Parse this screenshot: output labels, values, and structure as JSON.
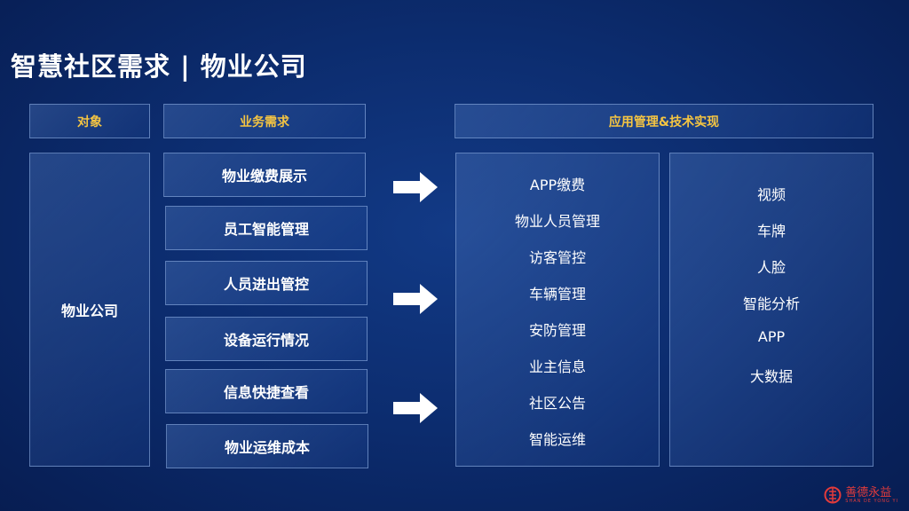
{
  "title": "智慧社区需求 | 物业公司",
  "headers": {
    "object": "对象",
    "business": "业务需求",
    "tech": "应用管理&技术实现"
  },
  "object": "物业公司",
  "business_items": [
    "物业缴费展示",
    "员工智能管理",
    "人员进出管控",
    "设备运行情况",
    "信息快捷查看",
    "物业运维成本"
  ],
  "apps": [
    "APP缴费",
    "物业人员管理",
    "访客管控",
    "车辆管理",
    "安防管理",
    "业主信息",
    "社区公告",
    "智能运维"
  ],
  "technologies": [
    "视频",
    "车牌",
    "人脸",
    "智能分析",
    "APP",
    "大数据"
  ],
  "logo": {
    "name": "善德永益",
    "sub": "SHAN DE YONG YI"
  },
  "colors": {
    "header_text": "#f5c542",
    "logo": "#e23b3b"
  }
}
